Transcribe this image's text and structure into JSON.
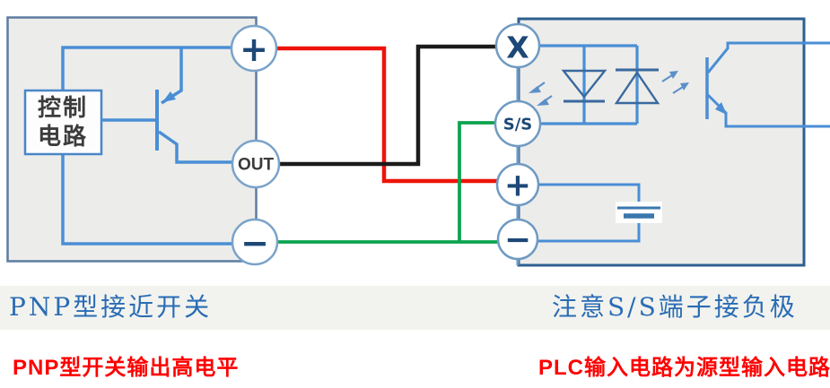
{
  "figure": {
    "type": "wiring-diagram",
    "subject": "PNP proximity switch wired to PLC source-type (S/S) input"
  },
  "colors": {
    "box_fill": "#ececea",
    "left_box_border": "#5c7da2",
    "right_box_border": "#2e5f92",
    "circuit_blue": "#4a8ed5",
    "diode_blue": "#39699e",
    "terminal_ring": "#7aa3c8",
    "terminal_symbol_navy": "#1d4877",
    "wire_red": "#ee1309",
    "wire_black": "#1b1b1b",
    "wire_green": "#0ca34f",
    "caption_blue": "#2a6cb4",
    "caption_red": "#fe0000",
    "caption_band": "#f2f3ef",
    "control_text": "#3c3c3c"
  },
  "switch_module": {
    "control_label": [
      "控制",
      "电路"
    ],
    "terminals": {
      "plus": "+",
      "out": "OUT",
      "minus": "−"
    },
    "caption": "PNP型接近开关",
    "note": "PNP型开关输出高电平"
  },
  "plc_module": {
    "terminals": {
      "x": "X",
      "ss": "S/S",
      "plus": "+",
      "minus": "−"
    },
    "caption": "注意S/S端子接负极",
    "note": "PLC输入电路为源型输入电路"
  }
}
